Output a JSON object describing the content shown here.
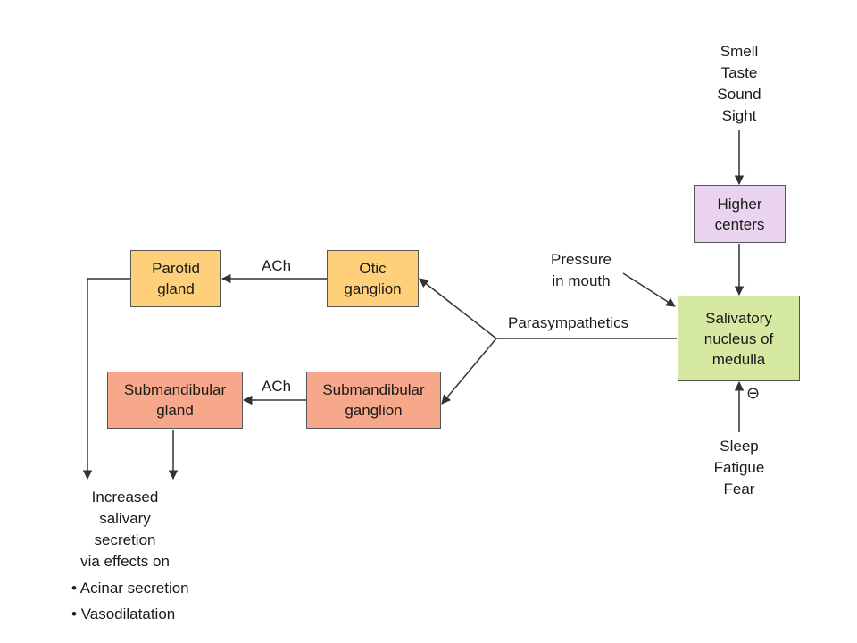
{
  "diagram": {
    "colors": {
      "parotid": "#fdd079",
      "otic": "#fdd079",
      "submandibular": "#f7a88a",
      "higher_centers": "#ead3ee",
      "salivatory": "#d6e9a2",
      "lines": "#333333"
    },
    "nodes": {
      "parotid_gland": "Parotid\ngland",
      "otic_ganglion": "Otic\nganglion",
      "submandibular_gland": "Submandibular\ngland",
      "submandibular_ganglion": "Submandibular\nganglion",
      "higher_centers": "Higher\ncenters",
      "salivatory_nucleus": "Salivatory\nnucleus of\nmedulla"
    },
    "labels": {
      "stimuli": "Smell\nTaste\nSound\nSight",
      "pressure": "Pressure\nin mouth",
      "parasympathetics": "Parasympathetics",
      "ach_top": "ACh",
      "ach_bottom": "ACh",
      "inhibitors": "Sleep\nFatigue\nFear",
      "inhibit_symbol": "⊖",
      "outcome": "Increased\nsalivary\nsecretion\nvia effects on",
      "effects": [
        "Acinar secretion",
        "Vasodilatation"
      ]
    }
  }
}
